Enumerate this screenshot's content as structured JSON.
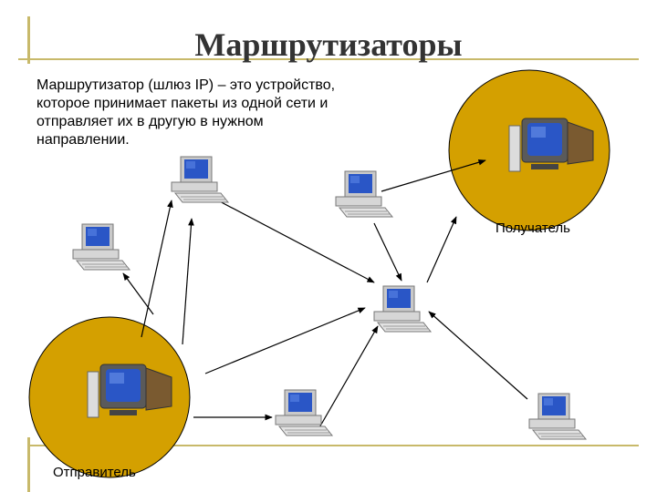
{
  "title": "Маршрутизаторы",
  "description": "Маршрутизатор (шлюз IP) – это устройство, которое принимает пакеты из одной сети и отправляет их в другую в нужном направлении.",
  "labels": {
    "receiver": "Получатель",
    "sender": "Отправитель"
  },
  "colors": {
    "node_fill": "#d4a000",
    "computer_screen": "#2255cc",
    "arrow": "#000000",
    "frame": "#c8b96a"
  },
  "icons": {
    "computer": "computer-icon"
  }
}
